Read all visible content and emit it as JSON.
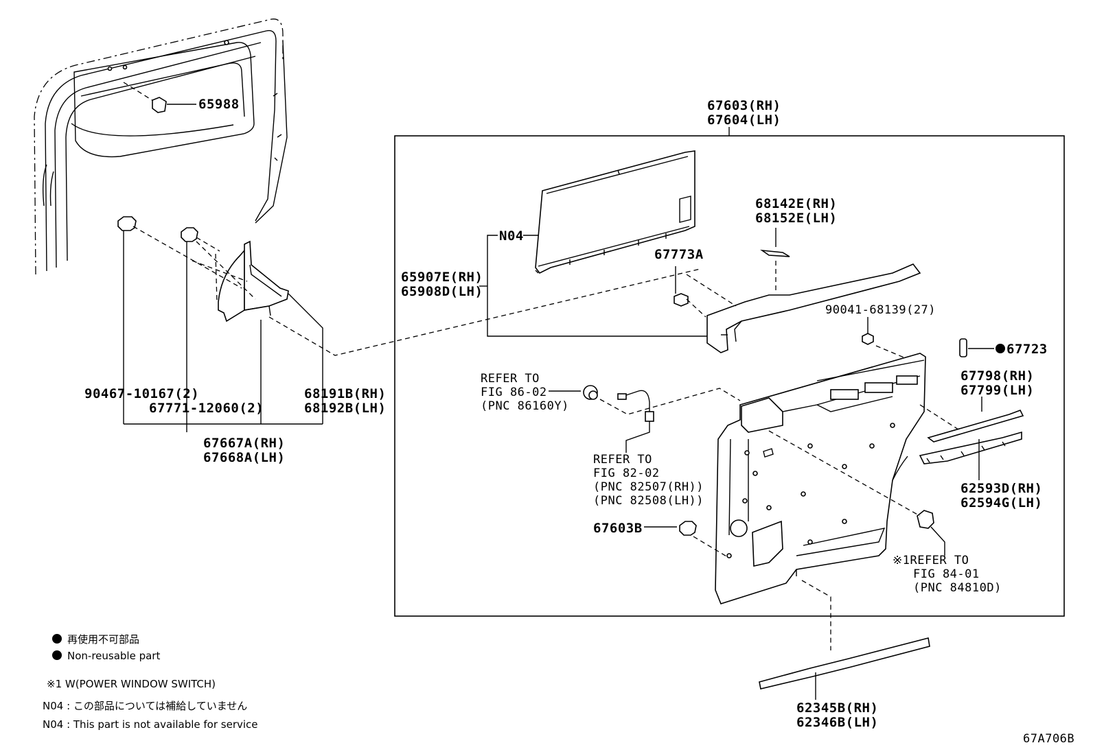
{
  "labels": {
    "p65988": "65988",
    "p67603rh": "67603(RH)",
    "p67604lh": "67604(LH)",
    "n04": "N04",
    "p68142e": "68142E(RH)",
    "p68152e": "68152E(LH)",
    "p67773a": "67773A",
    "p65907e": "65907E(RH)",
    "p65908d": "65908D(LH)",
    "p90041": "90041-68139(27)",
    "p67723": "67723",
    "p67798": "67798(RH)",
    "p67799": "67799(LH)",
    "p62593d": "62593D(RH)",
    "p62594g": "62594G(LH)",
    "p90467": "90467-10167(2)",
    "p67771": "67771-12060(2)",
    "p68191b": "68191B(RH)",
    "p68192b": "68192B(LH)",
    "p67667a": "67667A(RH)",
    "p67668a": "67668A(LH)",
    "p67603b": "67603B",
    "p62345b": "62345B(RH)",
    "p62346b": "62346B(LH)"
  },
  "refs": {
    "r86_1": "REFER TO",
    "r86_2": "FIG 86-02",
    "r86_3": "(PNC 86160Y)",
    "r82_1": "REFER TO",
    "r82_2": "FIG 82-02",
    "r82_3": "(PNC 82507(RH))",
    "r82_4": "(PNC 82508(LH))",
    "r84_1": "※1REFER TO",
    "r84_2": "FIG 84-01",
    "r84_3": "(PNC 84810D)"
  },
  "legend": {
    "nonreusable_jp": "再使用不可部品",
    "nonreusable_en": "Non-reusable part",
    "note1": "※1 W(POWER WINDOW SWITCH)",
    "n04_jp": "N04 : この部品については補給していません",
    "n04_en": "N04 : This part is not available for service"
  },
  "figure_code": "67A706B"
}
